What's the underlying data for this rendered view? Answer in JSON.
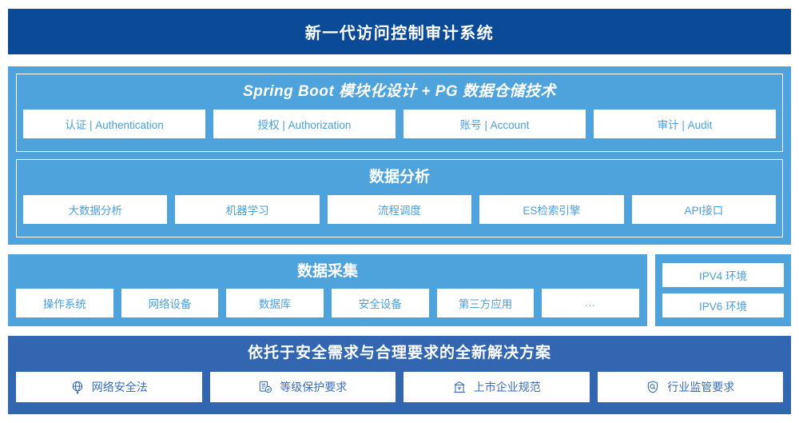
{
  "header": {
    "title": "新一代访问控制审计系统",
    "bg_color": "#0b4a96"
  },
  "theme": {
    "band_blue": "#4ea3dc",
    "compliance_blue": "#3366b0",
    "chip_text_blue": "#4a9fd8",
    "compliance_text_blue": "#3a6cb5",
    "chip_bg": "#ffffff"
  },
  "platform": {
    "spring_boot": {
      "title": "Spring Boot 模块化设计 + PG 数据仓储技术",
      "chips": [
        {
          "label": "认证 | Authentication"
        },
        {
          "label": "授权 | Authorization"
        },
        {
          "label": "账号 | Account"
        },
        {
          "label": "审计 | Audit"
        }
      ]
    },
    "data_analysis": {
      "title": "数据分析",
      "chips": [
        {
          "label": "大数据分析"
        },
        {
          "label": "机器学习"
        },
        {
          "label": "流程调度"
        },
        {
          "label": "ES检索引擎"
        },
        {
          "label": "API接口"
        }
      ]
    }
  },
  "data_collection": {
    "title": "数据采集",
    "chips": [
      {
        "label": "操作系统"
      },
      {
        "label": "网络设备"
      },
      {
        "label": "数据库"
      },
      {
        "label": "安全设备"
      },
      {
        "label": "第三方应用"
      },
      {
        "label": "…"
      }
    ]
  },
  "ip_environment": {
    "items": [
      {
        "label": "IPV4 环境"
      },
      {
        "label": "IPV6 环境"
      }
    ]
  },
  "compliance": {
    "title": "依托于安全需求与合理要求的全新解决方案",
    "chips": [
      {
        "label": "网络安全法",
        "icon": "globe-icon"
      },
      {
        "label": "等级保护要求",
        "icon": "document-check-icon"
      },
      {
        "label": "上市企业规范",
        "icon": "bank-building-icon"
      },
      {
        "label": "行业监管要求",
        "icon": "shield-search-icon"
      }
    ]
  }
}
